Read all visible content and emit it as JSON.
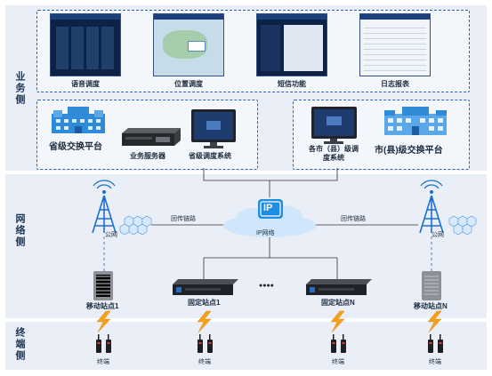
{
  "layers": {
    "business": "业务侧",
    "network": "网络侧",
    "terminal": "终端侧"
  },
  "apps": [
    "语音调度",
    "位置调度",
    "短信功能",
    "日志报表"
  ],
  "platforms": {
    "provincial_exchange": "省级交换平台",
    "business_server": "业务服务器",
    "provincial_dispatch": "省级调度系统",
    "city_dispatch": "各市（县）级调度系统",
    "city_exchange": "市(县)级交换平台"
  },
  "network": {
    "ip_badge": "IP",
    "ip_network": "IP网络",
    "backhaul_left": "回传链路",
    "backhaul_right": "回传链路",
    "public_left": "公网",
    "public_right": "公网"
  },
  "stations": {
    "mobile_1": "移动站点1",
    "fixed_1": "固定站点1",
    "ellipsis": "●●●●",
    "fixed_n": "固定站点N",
    "mobile_n": "移动站点N"
  },
  "terminal_label": "终端",
  "colors": {
    "accent": "#2a63b9",
    "band": "#e9eef7",
    "tower": "#1d6fd0",
    "bolt": "#f3a11b",
    "ip_blue": "#1f8ee0"
  }
}
